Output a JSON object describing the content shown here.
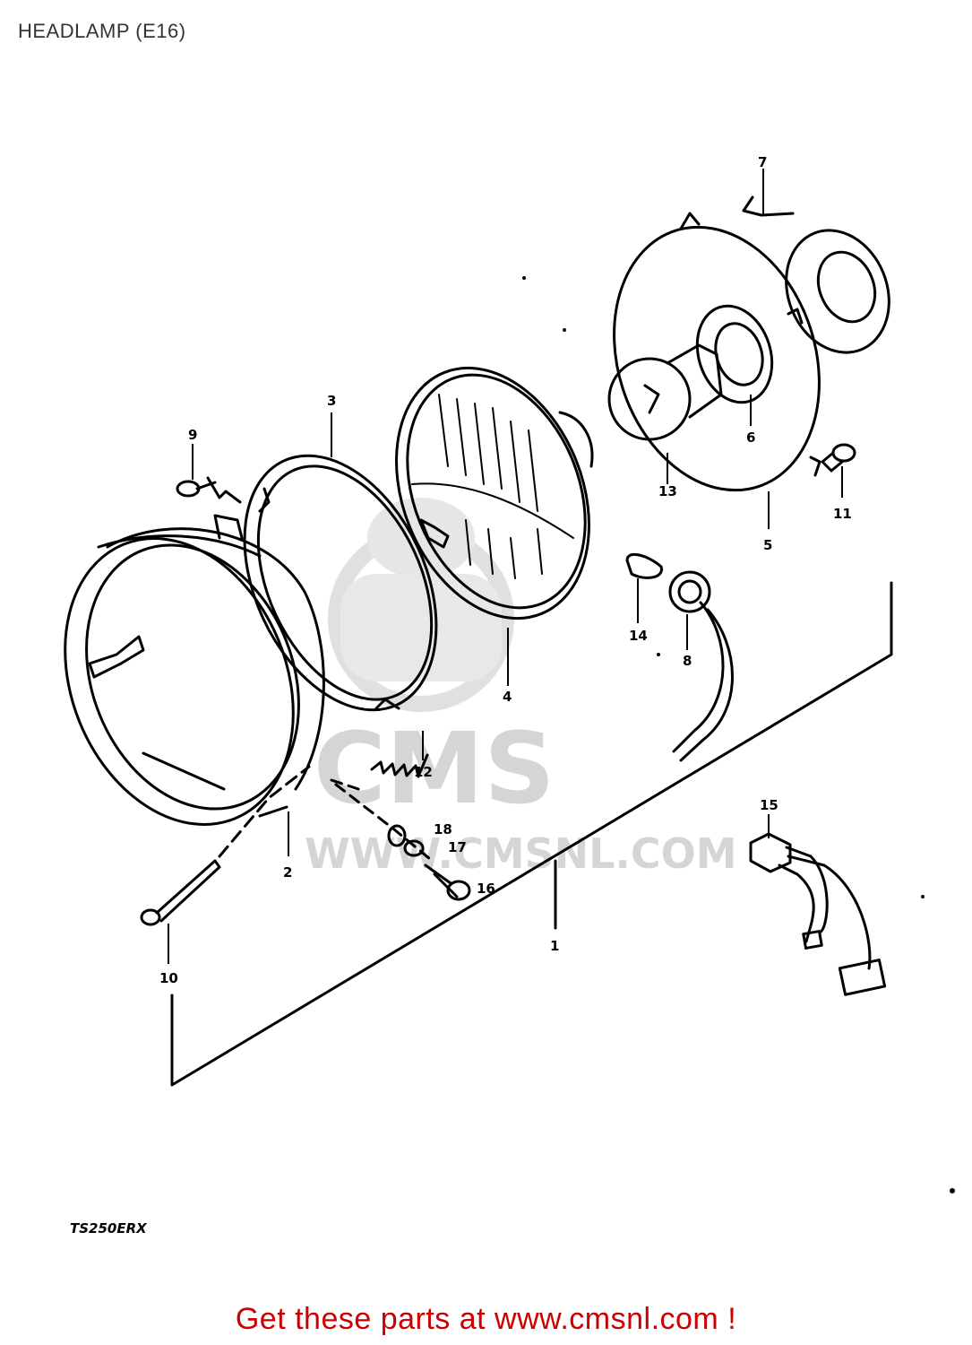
{
  "page": {
    "title": "HEADLAMP (E16)",
    "model_code": "TS250ERX",
    "footer_link": "Get these parts at www.cmsnl.com !"
  },
  "watermark": {
    "brand": "CMS",
    "url": "WWW.CMSNL.COM"
  },
  "callouts": {
    "c1": "1",
    "c2": "2",
    "c3": "3",
    "c4": "4",
    "c5": "5",
    "c6": "6",
    "c7": "7",
    "c8": "8",
    "c9": "9",
    "c10": "10",
    "c11": "11",
    "c12": "12",
    "c13": "13",
    "c14": "14",
    "c15": "15",
    "c16": "16",
    "c17": "17",
    "c18": "18"
  },
  "colors": {
    "line": "#000000",
    "footer": "#cc0000",
    "watermark": "#d8d8d8"
  }
}
